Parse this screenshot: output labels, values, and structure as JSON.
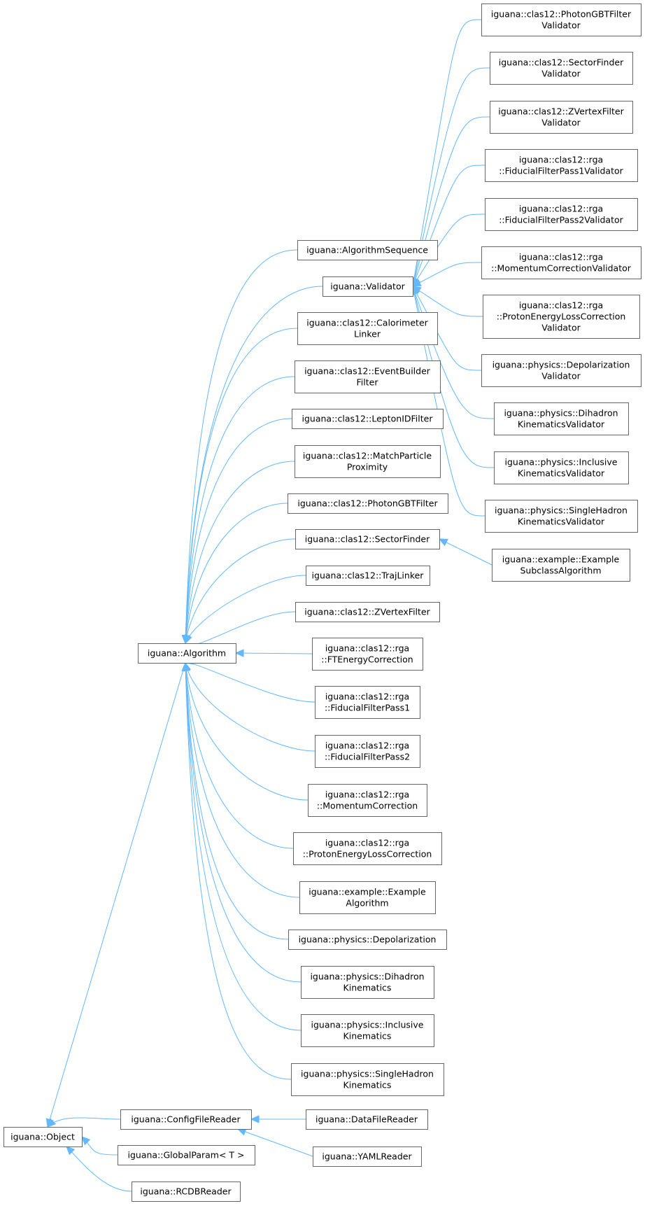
{
  "nodes": {
    "object": [
      "iguana::Object"
    ],
    "algorithm": [
      "iguana::Algorithm"
    ],
    "configfilereader": [
      "iguana::ConfigFileReader"
    ],
    "globalparam": [
      "iguana::GlobalParam< T >"
    ],
    "rcdbreader": [
      "iguana::RCDBReader"
    ],
    "datafilereader": [
      "iguana::DataFileReader"
    ],
    "yamlreader": [
      "iguana::YAMLReader"
    ],
    "algorithmsequence": [
      "iguana::AlgorithmSequence"
    ],
    "validator": [
      "iguana::Validator"
    ],
    "calorimeterlinker": [
      "iguana::clas12::Calorimeter",
      "Linker"
    ],
    "eventbuilderfilter": [
      "iguana::clas12::EventBuilder",
      "Filter"
    ],
    "leptonidfilter": [
      "iguana::clas12::LeptonIDFilter"
    ],
    "matchparticleproximity": [
      "iguana::clas12::MatchParticle",
      "Proximity"
    ],
    "photongbtfilter": [
      "iguana::clas12::PhotonGBTFilter"
    ],
    "sectorfinder": [
      "iguana::clas12::SectorFinder"
    ],
    "trajlinker": [
      "iguana::clas12::TrajLinker"
    ],
    "zvertexfilter": [
      "iguana::clas12::ZVertexFilter"
    ],
    "ftenergycorrection": [
      "iguana::clas12::rga",
      "::FTEnergyCorrection"
    ],
    "fiducialfilterpass1": [
      "iguana::clas12::rga",
      "::FiducialFilterPass1"
    ],
    "fiducialfilterpass2": [
      "iguana::clas12::rga",
      "::FiducialFilterPass2"
    ],
    "momentumcorrection": [
      "iguana::clas12::rga",
      "::MomentumCorrection"
    ],
    "protonenergylosscorrection": [
      "iguana::clas12::rga",
      "::ProtonEnergyLossCorrection"
    ],
    "examplealgorithm": [
      "iguana::example::Example",
      "Algorithm"
    ],
    "depolarization": [
      "iguana::physics::Depolarization"
    ],
    "dihadronkinematics": [
      "iguana::physics::Dihadron",
      "Kinematics"
    ],
    "inclusivekinematics": [
      "iguana::physics::Inclusive",
      "Kinematics"
    ],
    "singlehadronkinematics": [
      "iguana::physics::SingleHadron",
      "Kinematics"
    ],
    "examplesubclassalgorithm": [
      "iguana::example::Example",
      "SubclassAlgorithm"
    ],
    "photongbtfiltervalidator": [
      "iguana::clas12::PhotonGBTFilter",
      "Validator"
    ],
    "sectorfindervalidator": [
      "iguana::clas12::SectorFinder",
      "Validator"
    ],
    "zvertexfiltervalidator": [
      "iguana::clas12::ZVertexFilter",
      "Validator"
    ],
    "fiducialfilterpass1validator": [
      "iguana::clas12::rga",
      "::FiducialFilterPass1Validator"
    ],
    "fiducialfilterpass2validator": [
      "iguana::clas12::rga",
      "::FiducialFilterPass2Validator"
    ],
    "momentumcorrectionvalidator": [
      "iguana::clas12::rga",
      "::MomentumCorrectionValidator"
    ],
    "protonenergylosscorrectionvalidator": [
      "iguana::clas12::rga",
      "::ProtonEnergyLossCorrection",
      "Validator"
    ],
    "depolarizationvalidator": [
      "iguana::physics::Depolarization",
      "Validator"
    ],
    "dihadronkinematicsvalidator": [
      "iguana::physics::Dihadron",
      "KinematicsValidator"
    ],
    "inclusivekinematicsvalidator": [
      "iguana::physics::Inclusive",
      "KinematicsValidator"
    ],
    "singlehadronkinematicsvalidator": [
      "iguana::physics::SingleHadron",
      "KinematicsValidator"
    ]
  },
  "edges": [
    [
      "algorithm",
      "object"
    ],
    [
      "configfilereader",
      "object"
    ],
    [
      "globalparam",
      "object"
    ],
    [
      "rcdbreader",
      "object"
    ],
    [
      "datafilereader",
      "configfilereader"
    ],
    [
      "yamlreader",
      "configfilereader"
    ],
    [
      "algorithmsequence",
      "algorithm"
    ],
    [
      "validator",
      "algorithm"
    ],
    [
      "calorimeterlinker",
      "algorithm"
    ],
    [
      "eventbuilderfilter",
      "algorithm"
    ],
    [
      "leptonidfilter",
      "algorithm"
    ],
    [
      "matchparticleproximity",
      "algorithm"
    ],
    [
      "photongbtfilter",
      "algorithm"
    ],
    [
      "sectorfinder",
      "algorithm"
    ],
    [
      "trajlinker",
      "algorithm"
    ],
    [
      "zvertexfilter",
      "algorithm"
    ],
    [
      "ftenergycorrection",
      "algorithm"
    ],
    [
      "fiducialfilterpass1",
      "algorithm"
    ],
    [
      "fiducialfilterpass2",
      "algorithm"
    ],
    [
      "momentumcorrection",
      "algorithm"
    ],
    [
      "protonenergylosscorrection",
      "algorithm"
    ],
    [
      "examplealgorithm",
      "algorithm"
    ],
    [
      "depolarization",
      "algorithm"
    ],
    [
      "dihadronkinematics",
      "algorithm"
    ],
    [
      "inclusivekinematics",
      "algorithm"
    ],
    [
      "singlehadronkinematics",
      "algorithm"
    ],
    [
      "examplesubclassalgorithm",
      "sectorfinder"
    ],
    [
      "photongbtfiltervalidator",
      "validator"
    ],
    [
      "sectorfindervalidator",
      "validator"
    ],
    [
      "zvertexfiltervalidator",
      "validator"
    ],
    [
      "fiducialfilterpass1validator",
      "validator"
    ],
    [
      "fiducialfilterpass2validator",
      "validator"
    ],
    [
      "momentumcorrectionvalidator",
      "validator"
    ],
    [
      "protonenergylosscorrectionvalidator",
      "validator"
    ],
    [
      "depolarizationvalidator",
      "validator"
    ],
    [
      "dihadronkinematicsvalidator",
      "validator"
    ],
    [
      "inclusivekinematicsvalidator",
      "validator"
    ],
    [
      "singlehadronkinematicsvalidator",
      "validator"
    ]
  ],
  "colors": {
    "edge": "#63b8ff",
    "node_border": "#666666",
    "node_fill": "#ffffff",
    "text": "#000000"
  }
}
